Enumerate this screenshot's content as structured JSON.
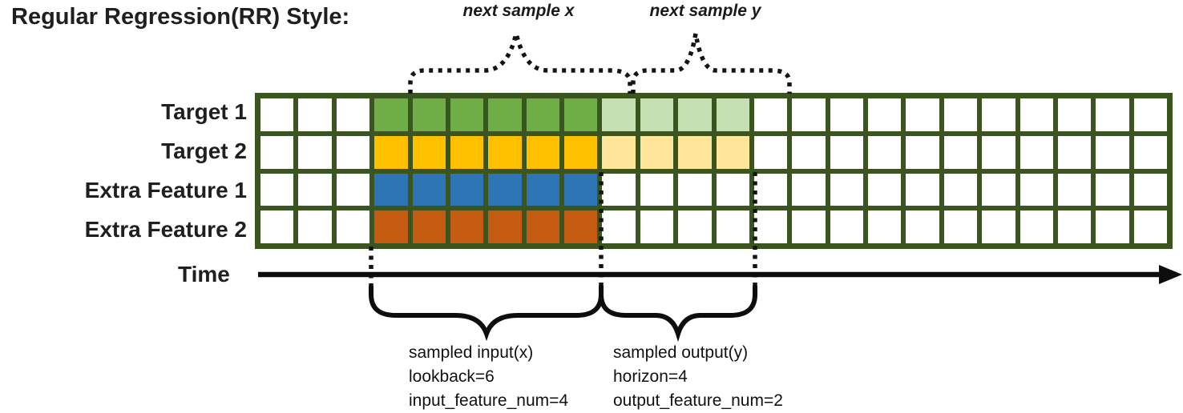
{
  "title": "Regular Regression(RR) Style:",
  "top_annotations": {
    "next_sample_x": "next sample x",
    "next_sample_y": "next sample y"
  },
  "time_axis": {
    "label": "Time"
  },
  "grid": {
    "total_columns": 24,
    "lead_in_columns": 3,
    "lookback": 6,
    "horizon": 4,
    "border_color": "#3A5520",
    "empty_cell_color": "#ffffff",
    "rows": [
      {
        "label": "Target 1",
        "role": "target",
        "input_color": "#70AD47",
        "output_color": "#C6E0B4"
      },
      {
        "label": "Target 2",
        "role": "target",
        "input_color": "#FFC000",
        "output_color": "#FFE699"
      },
      {
        "label": "Extra Feature 1",
        "role": "extra-feature",
        "input_color": "#2E75B6",
        "output_color": null
      },
      {
        "label": "Extra Feature 2",
        "role": "extra-feature",
        "input_color": "#C55A11",
        "output_color": null
      }
    ]
  },
  "input_annotation": {
    "lines": [
      "sampled input(x)",
      "lookback=6",
      "input_feature_num=4"
    ]
  },
  "output_annotation": {
    "lines": [
      "sampled output(y)",
      "horizon=4",
      "output_feature_num=2"
    ]
  }
}
